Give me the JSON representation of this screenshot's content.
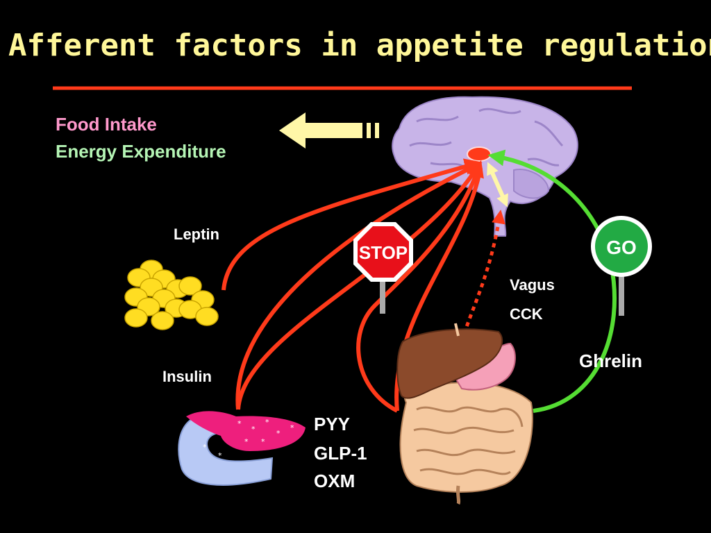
{
  "title": "Afferent factors in appetite regulation",
  "outputs": {
    "food_intake": "Food Intake",
    "energy_expenditure": "Energy Expenditure"
  },
  "signals": {
    "leptin": "Leptin",
    "insulin": "Insulin",
    "vagus": "Vagus",
    "cck": "CCK",
    "ghrelin": "Ghrelin",
    "pyy": "PYY",
    "glp1": "GLP-1",
    "oxm": "OXM"
  },
  "signs": {
    "stop": "STOP",
    "go": "GO"
  },
  "colors": {
    "background": "#000000",
    "title": "#fff799",
    "title_rule": "#ff3a1a",
    "inhibitory_arrow": "#ff3a1a",
    "stimulatory_arrow": "#55dd33",
    "food_intake_text": "#ff99cc",
    "energy_expenditure_text": "#b5f5b5",
    "output_arrow": "#fff7a8",
    "brain": "#c8b4e8",
    "adipose": "#ffdd22",
    "pancreas": "#ee1f7d",
    "liver": "#8b4a2b"
  },
  "icons": [
    "brain-icon",
    "hypothalamus-icon",
    "adipose-tissue-icon",
    "pancreas-icon",
    "stomach-icon",
    "liver-icon",
    "intestine-icon",
    "stop-sign-icon",
    "go-sign-icon",
    "output-arrow-icon"
  ]
}
